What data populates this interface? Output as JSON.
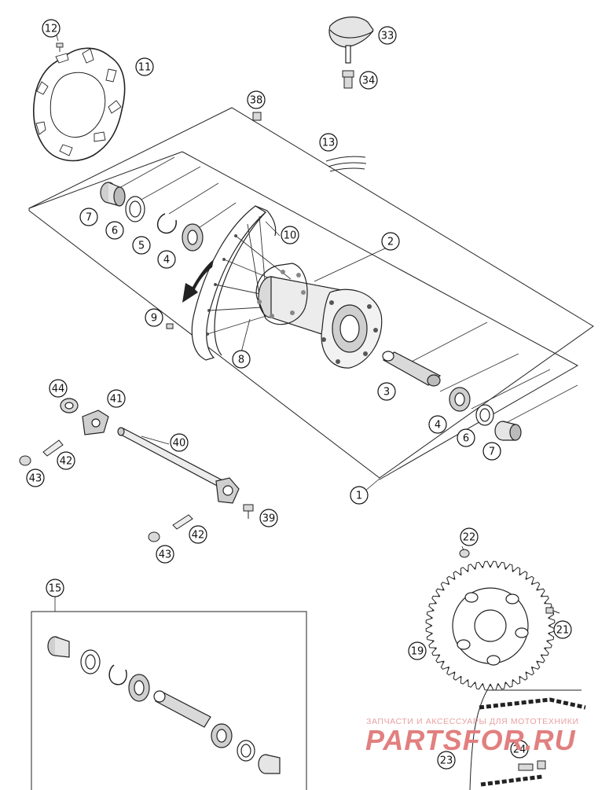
{
  "callouts": {
    "c1": "1",
    "c2": "2",
    "c3": "3",
    "c4a": "4",
    "c4b": "4",
    "c5": "5",
    "c6a": "6",
    "c6b": "6",
    "c7a": "7",
    "c7b": "7",
    "c8": "8",
    "c9": "9",
    "c10": "10",
    "c11": "11",
    "c12": "12",
    "c13": "13",
    "c15": "15",
    "c19": "19",
    "c21": "21",
    "c22": "22",
    "c23": "23",
    "c24": "24",
    "c33": "33",
    "c34": "34",
    "c38": "38",
    "c39": "39",
    "c40": "40",
    "c41": "41",
    "c42a": "42",
    "c42b": "42",
    "c43a": "43",
    "c43b": "43",
    "c44": "44"
  },
  "watermark": {
    "tagline": "ЗАПЧАСТИ И АКСЕССУАРЫ ДЛЯ МОТОТЕХНИКИ",
    "brand": "PARTSFOR.RU"
  },
  "colors": {
    "line": "#1a1a1a",
    "part_fill": "#d9d9d9",
    "part_dark": "#8c8c8c",
    "watermark": "#e27f7f"
  }
}
